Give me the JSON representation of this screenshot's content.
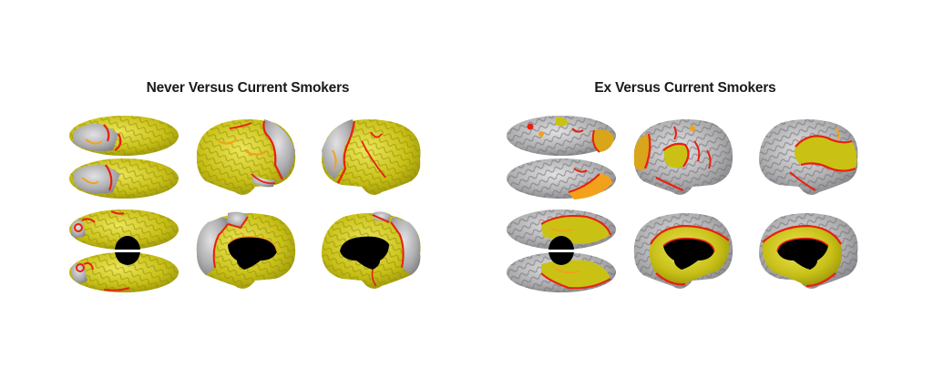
{
  "figure": {
    "panels": [
      {
        "id": "never-vs-current",
        "title": "Never Versus Current Smokers",
        "views": [
          "dorsal",
          "lateral-left",
          "lateral-right",
          "ventral",
          "medial-left",
          "medial-right"
        ],
        "dominant_overlay": "yellow"
      },
      {
        "id": "ex-vs-current",
        "title": "Ex Versus Current Smokers",
        "views": [
          "dorsal",
          "lateral-left",
          "lateral-right",
          "ventral",
          "medial-left",
          "medial-right"
        ],
        "dominant_overlay": "grey"
      }
    ],
    "colors": {
      "cortex_grey": "#a9a9ab",
      "cortex_grey_light": "#d2d2d4",
      "effect_yellow": "#c9c214",
      "effect_yellow_light": "#e5e04a",
      "effect_orange": "#f2a21a",
      "effect_red": "#e8200e",
      "medial_void": "#000000",
      "background": "#ffffff"
    }
  }
}
